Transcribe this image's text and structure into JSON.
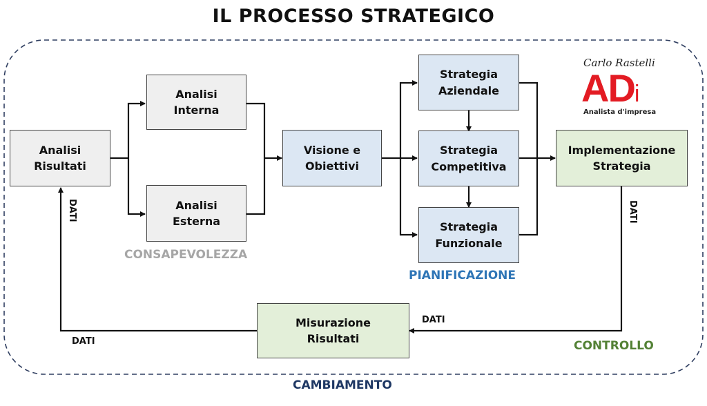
{
  "title": "IL PROCESSO STRATEGICO",
  "boxes": {
    "analisi_risultati": [
      "Analisi",
      "Risultati"
    ],
    "analisi_interna": [
      "Analisi",
      "Interna"
    ],
    "analisi_esterna": [
      "Analisi",
      "Esterna"
    ],
    "visione_obiettivi": [
      "Visione e",
      "Obiettivi"
    ],
    "strategia_aziendale": [
      "Strategia",
      "Aziendale"
    ],
    "strategia_competitiva": [
      "Strategia",
      "Competitiva"
    ],
    "strategia_funzionale": [
      "Strategia",
      "Funzionale"
    ],
    "implementazione_strategia": [
      "Implementazione",
      "Strategia"
    ],
    "misurazione_risultati": [
      "Misurazione",
      "Risultati"
    ]
  },
  "sections": {
    "consapevolezza": "CONSAPEVOLEZZA",
    "pianificazione": "PIANIFICAZIONE",
    "controllo": "CONTROLLO",
    "cambiamento": "CAMBIAMENTO"
  },
  "data_labels": {
    "left_vertical": "DATI",
    "right_vertical": "DATI",
    "bottom_right": "DATI",
    "bottom_left": "DATI"
  },
  "logo": {
    "signature": "Carlo Rastelli",
    "brand": "AD",
    "brand_suffix": "i",
    "subtitle": "Analista d'impresa"
  },
  "colors": {
    "consapevolezza": "#a6a6a6",
    "pianificazione": "#2e75b6",
    "controllo": "#538135",
    "cambiamento": "#1f3864",
    "logo": "#e31b23",
    "dashed_border": "#2f3e60"
  }
}
